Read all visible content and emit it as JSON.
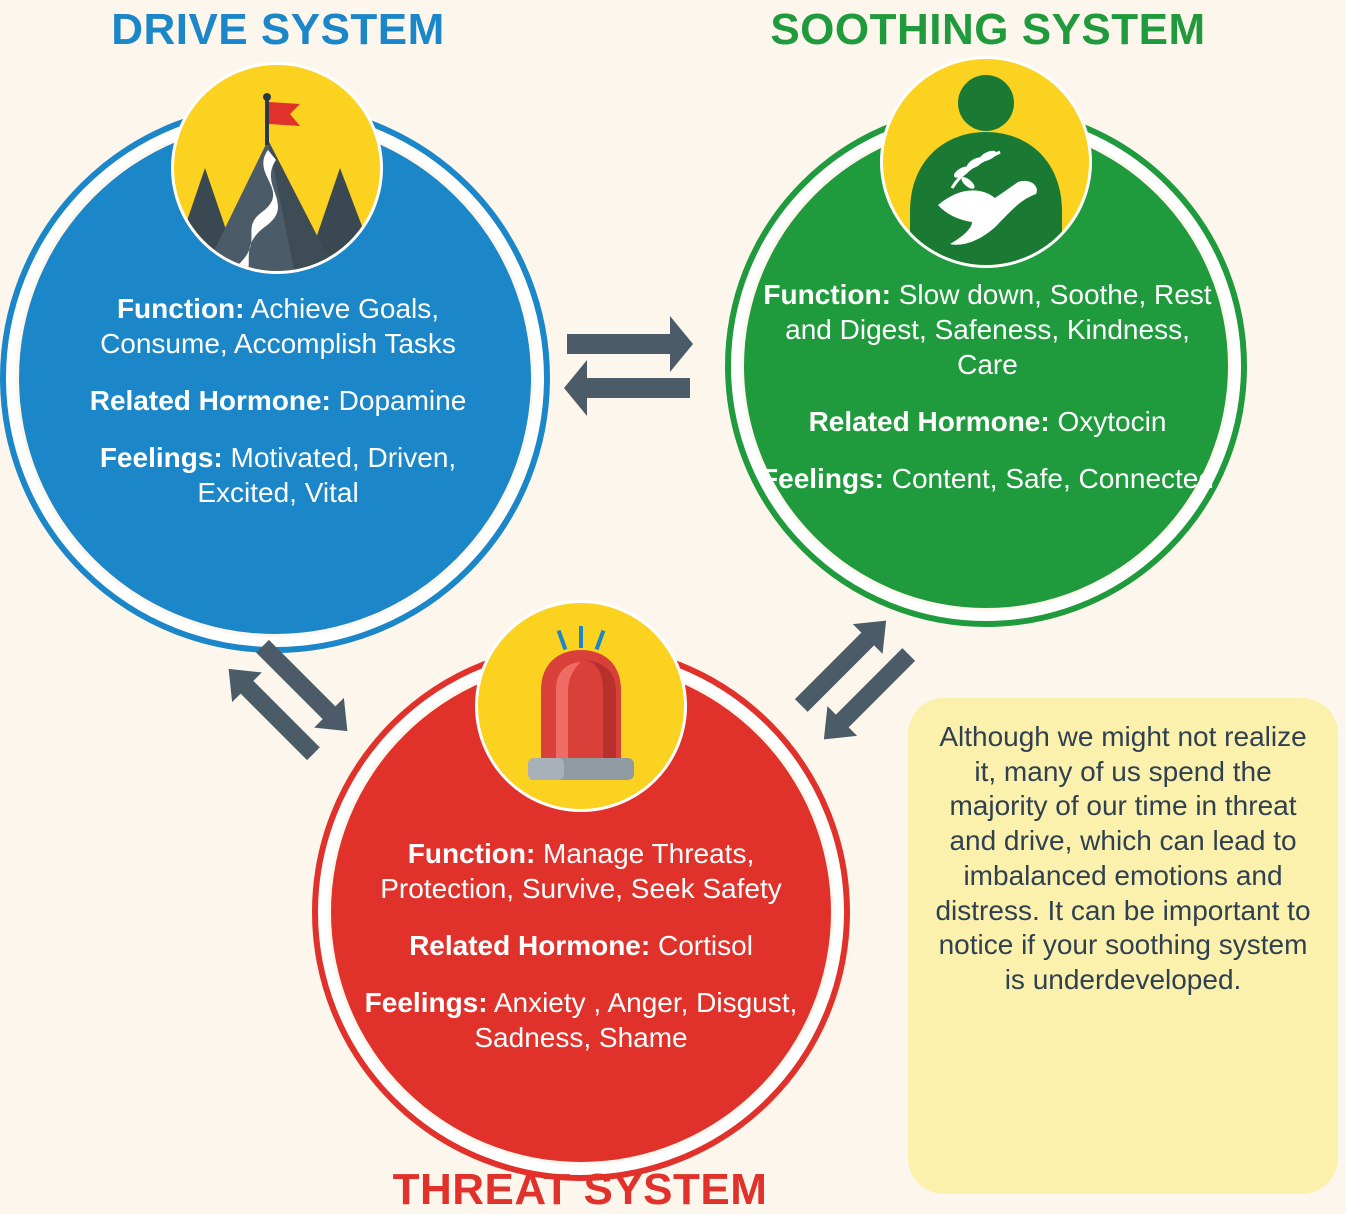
{
  "drive": {
    "title": "DRIVE SYSTEM",
    "function_label": "Function:",
    "function_text": " Achieve Goals, Consume, Accomplish Tasks",
    "hormone_label": "Related Hormone:",
    "hormone_text": " Dopamine",
    "feelings_label": "Feelings:",
    "feelings_text": " Motivated, Driven, Excited, Vital",
    "icon": "mountain-flag-icon",
    "color": "#1b86c8"
  },
  "soothing": {
    "title": "SOOTHING SYSTEM",
    "function_label": "Function:",
    "function_text": " Slow down, Soothe, Rest and Digest, Safeness, Kindness, Care",
    "hormone_label": "Related Hormone:",
    "hormone_text": " Oxytocin",
    "feelings_label": "Feelings:",
    "feelings_text": " Content, Safe, Connected",
    "icon": "dove-icon",
    "color": "#1f9a3d"
  },
  "threat": {
    "title": "THREAT SYSTEM",
    "function_label": "Function:",
    "function_text": " Manage Threats, Protection, Survive, Seek Safety",
    "hormone_label": "Related Hormone:",
    "hormone_text": " Cortisol",
    "feelings_label": "Feelings:",
    "feelings_text": " Anxiety , Anger, Disgust, Sadness, Shame",
    "icon": "siren-icon",
    "color": "#e1312b"
  },
  "note": {
    "text": "Although we might not realize it, many of us spend the majority of our time in threat and drive, which can lead to imbalanced emotions and distress. It can be important to notice if your soothing system is underdeveloped."
  },
  "colors": {
    "background": "#fdf6ec",
    "badge": "#fbd21f",
    "arrow": "#4b5b67",
    "note_background": "#fbf1ac"
  }
}
